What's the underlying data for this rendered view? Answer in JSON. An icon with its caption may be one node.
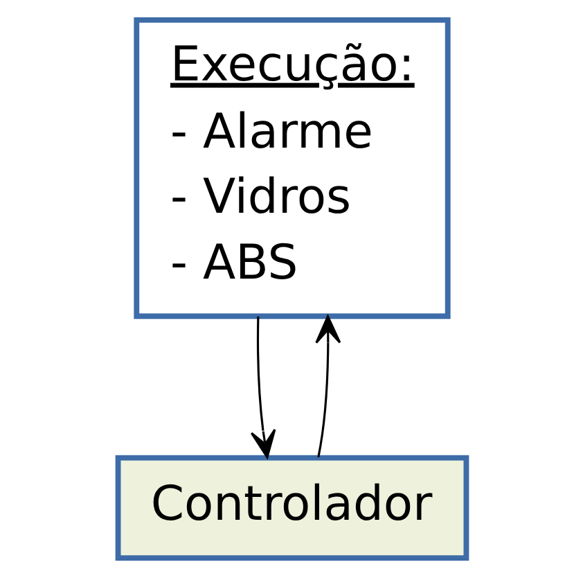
{
  "diagram": {
    "nodes": [
      {
        "text": [
          "Execução:",
          "- Alarme",
          "- Vidros",
          "- ABS"
        ]
      },
      {
        "text": [
          "Controlador"
        ]
      }
    ],
    "edges": [
      {
        "from": 1,
        "to": 0,
        "arrow": "to"
      },
      {
        "from": 0,
        "to": 1,
        "arrow": "to"
      }
    ]
  }
}
